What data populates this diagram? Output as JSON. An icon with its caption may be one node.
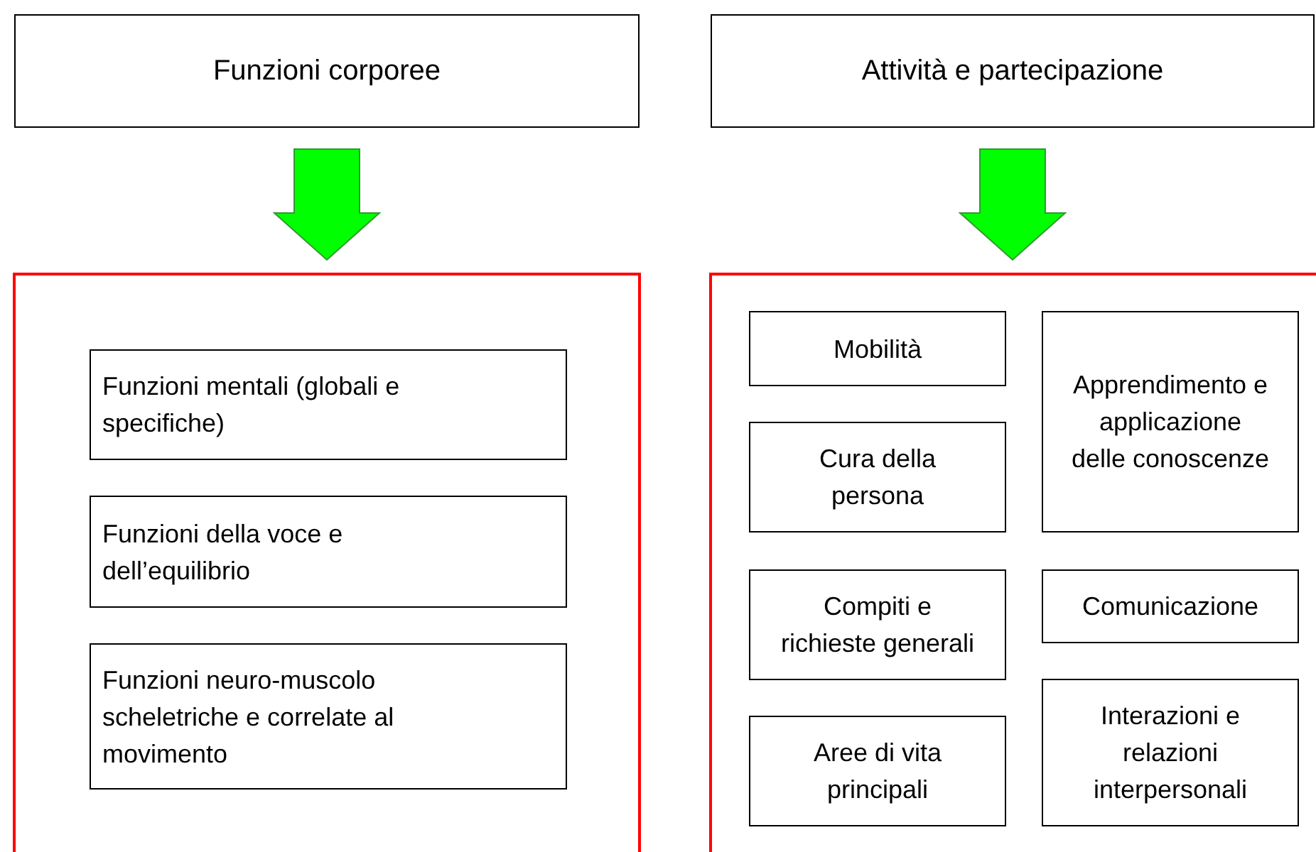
{
  "diagram": {
    "nodes": [
      {
        "text": [
          "Funzioni corporee"
        ]
      },
      {
        "text": [],
        "shape": "box"
      },
      {
        "text": [
          "Funzioni mentali (globali e specifiche)"
        ],
        "in": 1
      },
      {
        "text": [
          "Funzioni della voce e dell’equilibrio"
        ],
        "in": 1
      },
      {
        "text": [
          "Funzioni neuro-muscolo scheletriche e correlate al movimento"
        ],
        "in": 1
      },
      {
        "text": [
          "Attività e partecipazione"
        ]
      },
      {
        "text": [],
        "shape": "box"
      },
      {
        "text": [
          "Mobilità"
        ],
        "in": 6
      },
      {
        "text": [
          "Apprendimento e applicazione delle conoscenze"
        ],
        "in": 6
      },
      {
        "text": [
          "Cura della persona"
        ],
        "in": 6
      },
      {
        "text": [
          "Compiti e richieste generali"
        ],
        "in": 6
      },
      {
        "text": [
          "Comunicazione"
        ],
        "in": 6
      },
      {
        "text": [
          "Aree di vita principali"
        ],
        "in": 6
      },
      {
        "text": [
          "Interazioni e relazioni interpersonali"
        ],
        "in": 6
      }
    ],
    "edges": [
      {
        "from": 0,
        "to": 1,
        "arrow": "to",
        "style": "thick"
      },
      {
        "from": 5,
        "to": 6,
        "arrow": "to",
        "style": "thick"
      }
    ]
  }
}
